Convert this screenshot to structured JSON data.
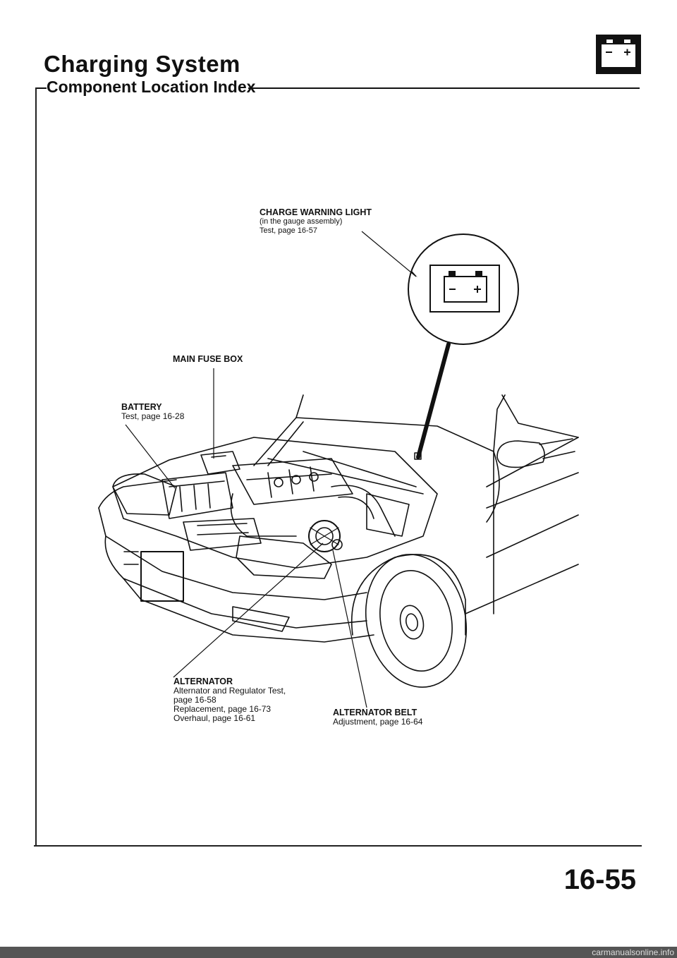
{
  "header": {
    "title": "Charging System",
    "section": "Component Location Index",
    "icon": "battery-icon"
  },
  "callouts": {
    "charge_warning": {
      "name": "CHARGE WARNING LIGHT",
      "lines": [
        "(in the gauge assembly)",
        "Test, page 16-57"
      ]
    },
    "main_fuse_box": {
      "name": "MAIN FUSE BOX"
    },
    "battery": {
      "name": "BATTERY",
      "lines": [
        "Test, page 16-28"
      ]
    },
    "alternator": {
      "name": "ALTERNATOR",
      "lines": [
        "Alternator and Regulator Test,",
        "page 16-58",
        "Replacement, page 16-73",
        "Overhaul, page 16-61"
      ]
    },
    "alternator_belt": {
      "name": "ALTERNATOR BELT",
      "lines": [
        "Adjustment, page 16-64"
      ]
    }
  },
  "page_number": "16-55",
  "footer": {
    "watermark": "carmanualsonline.info"
  }
}
